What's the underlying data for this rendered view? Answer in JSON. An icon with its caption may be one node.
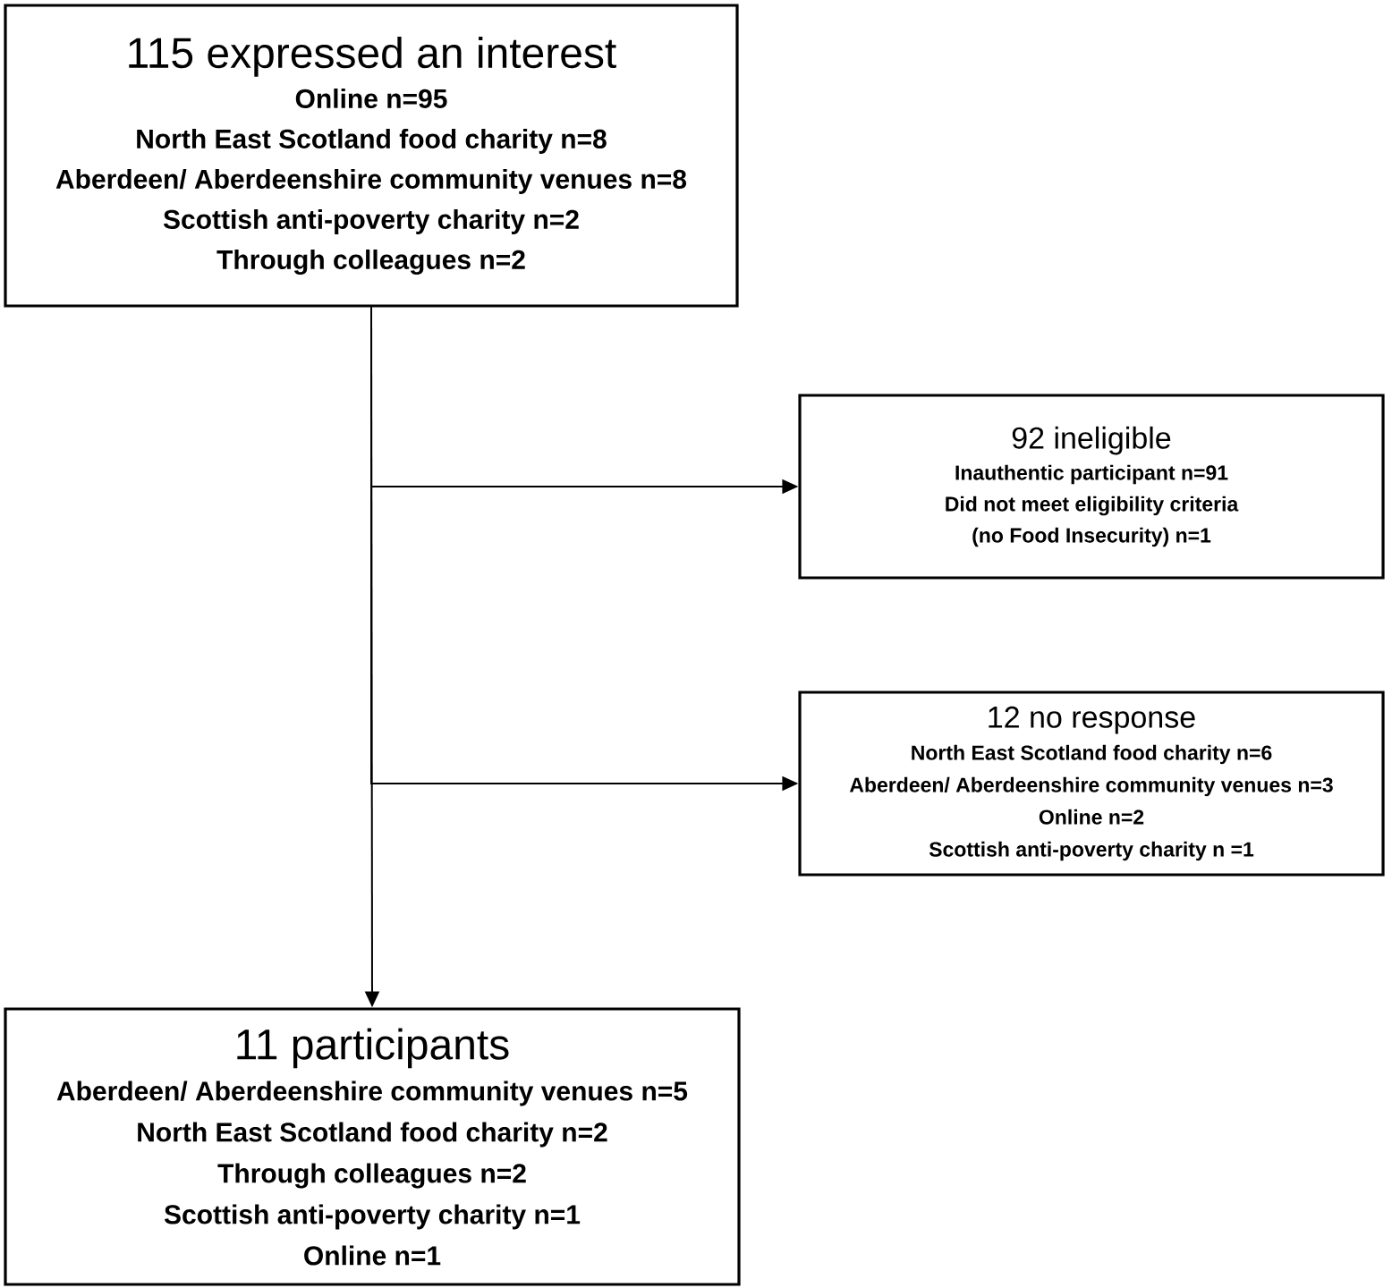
{
  "diagram": {
    "nodes": [
      {
        "text": [
          "115 expressed an interest",
          "Online n=95",
          "North East Scotland food charity n=8",
          "Aberdeen/ Aberdeenshire community venues n=8",
          "Scottish anti-poverty charity n=2",
          "Through colleagues n=2"
        ]
      },
      {
        "text": [
          "92 ineligible",
          "Inauthentic participant n=91",
          "Did not meet eligibility criteria (no Food Insecurity) n=1"
        ]
      },
      {
        "text": [
          "12 no response",
          "North East Scotland food charity n=6",
          "Aberdeen/ Aberdeenshire community venues n=3",
          "Online n=2",
          "Scottish anti-poverty charity n =1"
        ]
      },
      {
        "text": [
          "11 participants",
          "Aberdeen/ Aberdeenshire community venues n=5",
          "North East Scotland food charity n=2",
          "Through colleagues n=2",
          "Scottish anti-poverty charity n=1",
          "Online n=1"
        ]
      }
    ],
    "edges": [
      {
        "from": 0,
        "to": 1,
        "arrow": "to"
      },
      {
        "from": 0,
        "to": 2,
        "arrow": "to"
      },
      {
        "from": 0,
        "to": 3,
        "arrow": "to"
      }
    ]
  }
}
